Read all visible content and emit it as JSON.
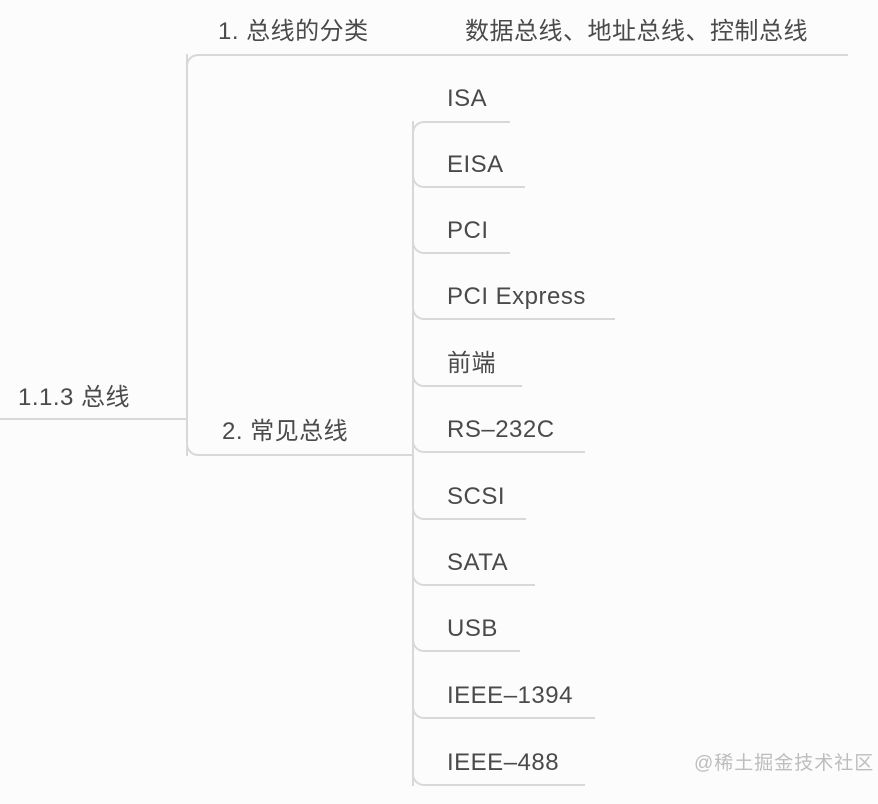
{
  "root": {
    "label": "1.1.3 总线"
  },
  "branches": [
    {
      "label": "1. 总线的分类",
      "value": "数据总线、地址总线、控制总线"
    },
    {
      "label": "2. 常见总线",
      "children": [
        "ISA",
        "EISA",
        "PCI",
        "PCI Express",
        "前端",
        "RS–232C",
        "SCSI",
        "SATA",
        "USB",
        "IEEE–1394",
        "IEEE–488"
      ]
    }
  ],
  "watermark": "@稀土掘金技术社区",
  "colors": {
    "background": "#fcfcfc",
    "line": "#d8d8d8",
    "text": "#4a4a4a",
    "watermark": "#bdbdbd"
  }
}
